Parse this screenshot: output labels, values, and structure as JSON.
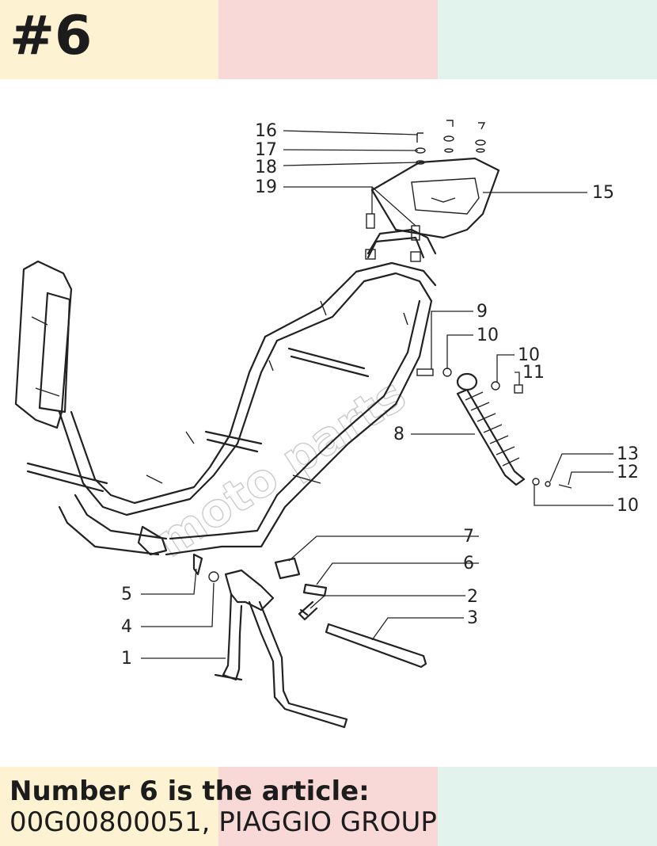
{
  "header": {
    "item_number": "#6",
    "band_colors": [
      "#fdf3d3",
      "#f9d9d7",
      "#e2f2ec"
    ]
  },
  "diagram": {
    "callouts": [
      "16",
      "17",
      "18",
      "19",
      "15",
      "9",
      "10",
      "10",
      "11",
      "8",
      "13",
      "12",
      "10",
      "7",
      "6",
      "2",
      "3",
      "5",
      "4",
      "1"
    ],
    "watermark": "moto parts"
  },
  "caption": {
    "line1": "Number 6 is the article:",
    "line2": "00G00800051, PIAGGIO GROUP"
  }
}
